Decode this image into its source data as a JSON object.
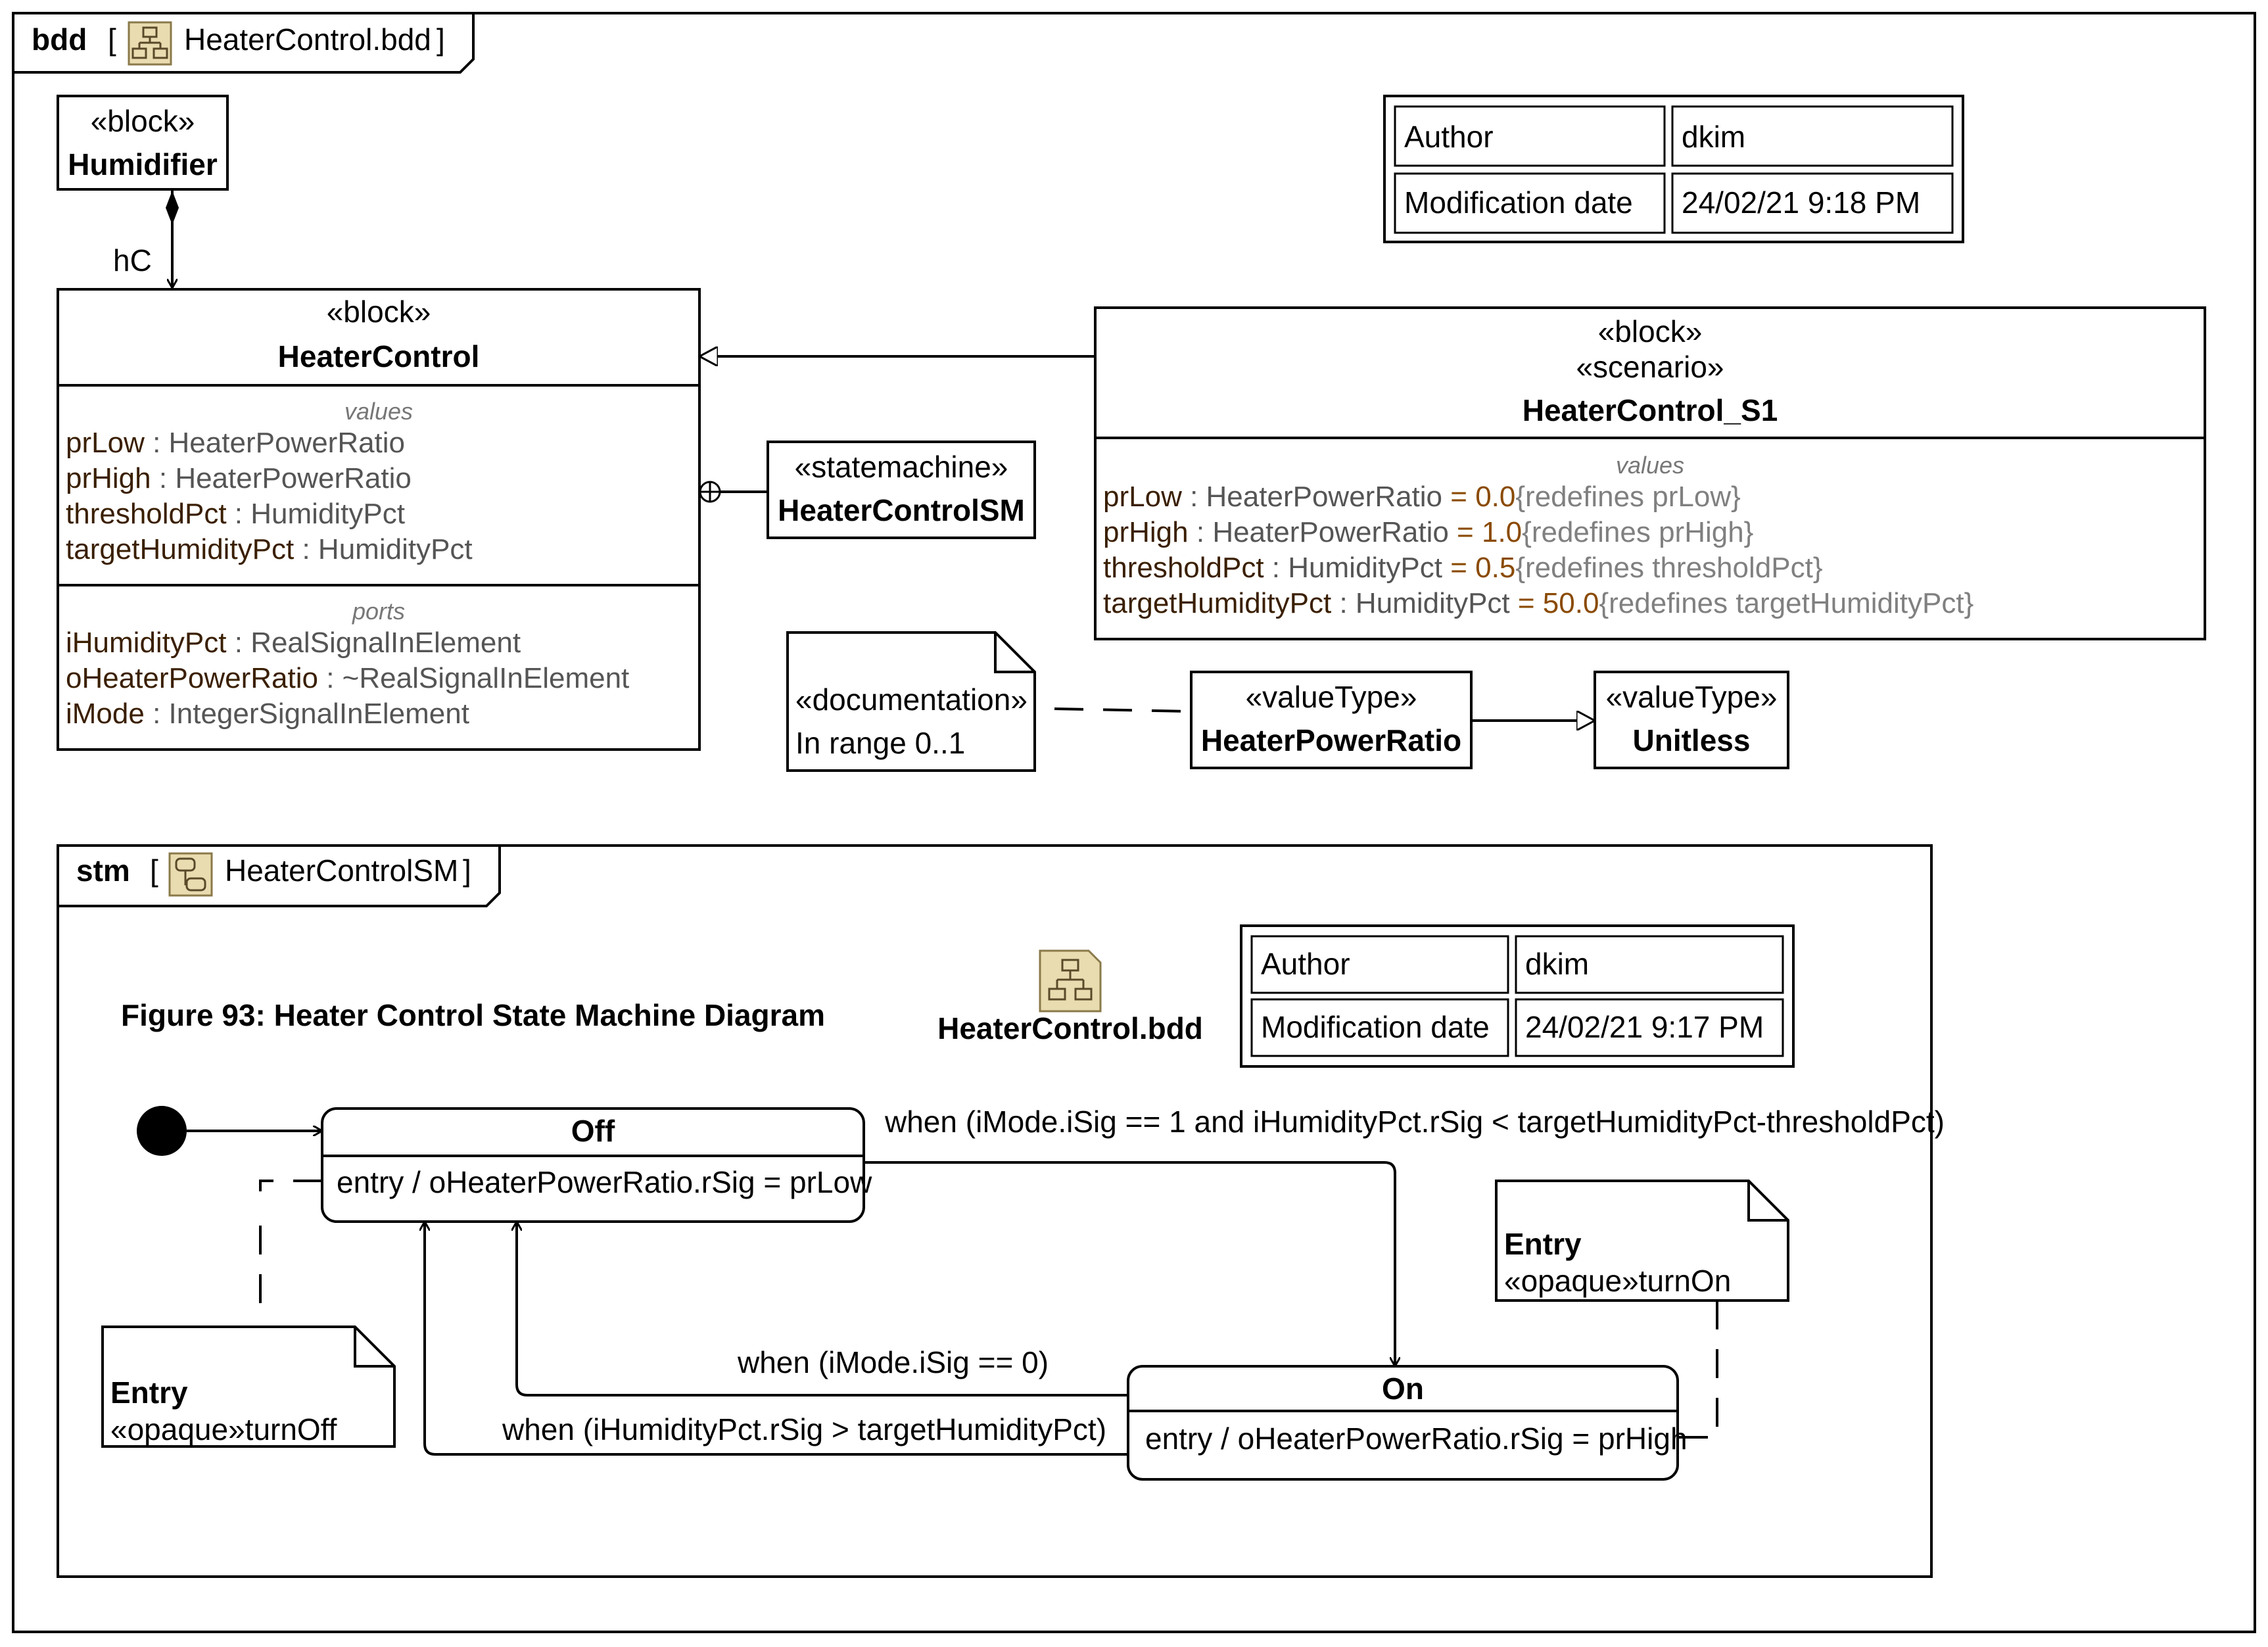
{
  "bdd_frame": {
    "kind": "bdd",
    "name": "HeaterControl.bdd",
    "author_label": "Author",
    "author_value": "dkim",
    "mod_label": "Modification date",
    "mod_value": "24/02/21 9:18 PM"
  },
  "humidifier": {
    "stereotype": "«block»",
    "name": "Humidifier"
  },
  "assoc_role": "hC",
  "heater_control": {
    "stereotype": "«block»",
    "name": "HeaterControl",
    "values_label": "values",
    "values": [
      {
        "name": "prLow",
        "type": "HeaterPowerRatio"
      },
      {
        "name": "prHigh",
        "type": "HeaterPowerRatio"
      },
      {
        "name": "thresholdPct",
        "type": "HumidityPct"
      },
      {
        "name": "targetHumidityPct",
        "type": "HumidityPct"
      }
    ],
    "ports_label": "ports",
    "ports": [
      {
        "name": "iHumidityPct",
        "type": "RealSignalInElement"
      },
      {
        "name": "oHeaterPowerRatio",
        "type": "~RealSignalInElement"
      },
      {
        "name": "iMode",
        "type": "IntegerSignalInElement"
      }
    ]
  },
  "statemachine_block": {
    "stereotype": "«statemachine»",
    "name": "HeaterControlSM"
  },
  "scenario": {
    "stereotype1": "«block»",
    "stereotype2": "«scenario»",
    "name": "HeaterControl_S1",
    "values_label": "values",
    "values": [
      {
        "name": "prLow",
        "type": "HeaterPowerRatio",
        "eq": "= ",
        "default": "0.0",
        "note": "{redefines prLow}"
      },
      {
        "name": "prHigh",
        "type": "HeaterPowerRatio",
        "eq": "= ",
        "default": "1.0",
        "note": "{redefines prHigh}"
      },
      {
        "name": "thresholdPct",
        "type": "HumidityPct",
        "eq": "= ",
        "default": "0.5",
        "note": "{redefines thresholdPct}"
      },
      {
        "name": "targetHumidityPct",
        "type": "HumidityPct",
        "eq": "= ",
        "default": "50.0",
        "note": "{redefines targetHumidityPct}"
      }
    ]
  },
  "doc_note": {
    "stereotype": "«documentation»",
    "text": "In range 0..1"
  },
  "value_type_hpr": {
    "stereotype": "«valueType»",
    "name": "HeaterPowerRatio"
  },
  "value_type_unitless": {
    "stereotype": "«valueType»",
    "name": "Unitless"
  },
  "stm_frame": {
    "kind": "stm",
    "name": "HeaterControlSM",
    "caption": "Figure 93: Heater Control State Machine Diagram",
    "diagram_link": "HeaterControl.bdd",
    "author_label": "Author",
    "author_value": "dkim",
    "mod_label": "Modification date",
    "mod_value": "24/02/21 9:17 PM"
  },
  "state_off": {
    "name": "Off",
    "entry": "entry /  oHeaterPowerRatio.rSig = prLow"
  },
  "state_on": {
    "name": "On",
    "entry": "entry /  oHeaterPowerRatio.rSig = prHigh"
  },
  "transitions": {
    "off_to_on": "when (iMode.iSig == 1 and iHumidityPct.rSig < targetHumidityPct-thresholdPct)",
    "on_to_off_mode": "when (iMode.iSig == 0)",
    "on_to_off_humidity": "when (iHumidityPct.rSig > targetHumidityPct)"
  },
  "note_turn_off": {
    "title": "Entry",
    "text": "«opaque»turnOff"
  },
  "note_turn_on": {
    "title": "Entry",
    "text": "«opaque»turnOn"
  },
  "icons": [
    "bdd-diagram-icon",
    "stm-diagram-icon",
    "initial-state-icon"
  ]
}
